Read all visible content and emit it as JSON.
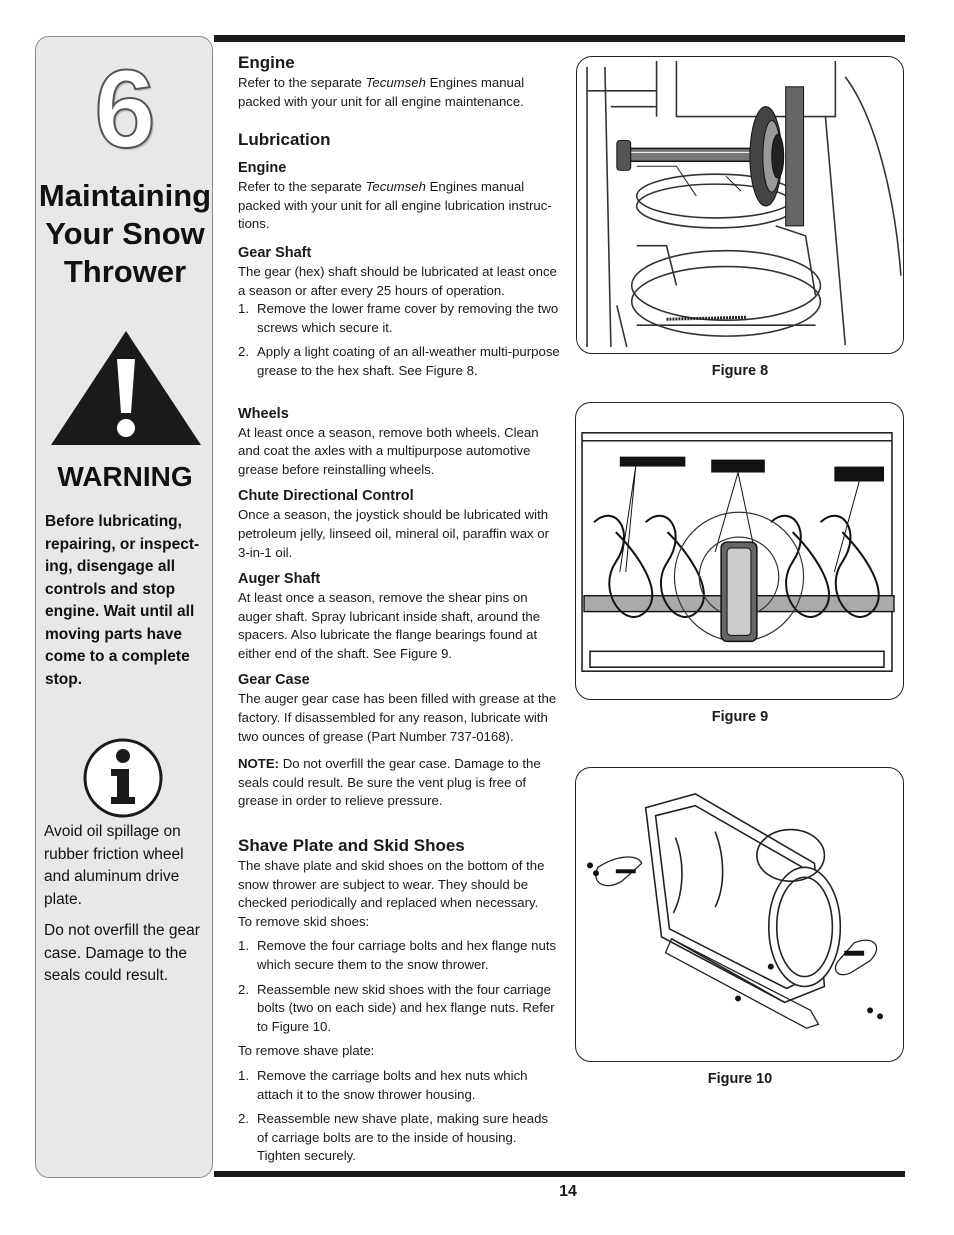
{
  "sidebar": {
    "chapter_number": "6",
    "chapter_title": "Maintaining Your Snow Thrower",
    "warning_label": "WARNING",
    "warning_text": "Before lubricating, repairing, or inspect-ing, disengage all controls and stop engine. Wait until all moving parts have come to a complete stop.",
    "info_text_1": "Avoid oil spillage on rubber friction wheel and aluminum drive plate.",
    "info_text_2": "Do not overfill the gear case. Damage to the seals could result.",
    "icons": [
      "warning-triangle-icon",
      "info-icon"
    ]
  },
  "content": {
    "engine_heading": "Engine",
    "engine_text_pre": "Refer to the separate ",
    "engine_brand": "Tecumseh",
    "engine_text_post": " Engines manual packed with your unit for all engine maintenance.",
    "lubrication_heading": "Lubrication",
    "lub_engine_heading": "Engine",
    "lub_engine_text_pre": "Refer to the separate ",
    "lub_engine_brand": "Tecumseh",
    "lub_engine_text_post": " Engines manual packed with your unit for all engine lubrication instruc-tions.",
    "gear_shaft_heading": "Gear Shaft",
    "gear_shaft_text": "The gear (hex) shaft should be lubricated at least once a season or after every 25 hours of operation.",
    "gear_shaft_steps": [
      {
        "num": "1.",
        "text": "Remove the lower frame cover by removing the two screws which secure it."
      },
      {
        "num": "2.",
        "text": "Apply a light coating of an all-weather multi-purpose grease to the hex shaft. See Figure 8."
      }
    ],
    "wheels_heading": "Wheels",
    "wheels_text": "At least once a season, remove both wheels. Clean and coat the axles with a multipurpose automotive grease before reinstalling wheels.",
    "chute_heading": "Chute Directional Control",
    "chute_text": "Once a season, the joystick should be lubricated with petroleum jelly, linseed oil, mineral oil, paraffin wax or 3-in-1 oil.",
    "auger_heading": "Auger Shaft",
    "auger_text": "At least once a season, remove the shear pins on auger shaft. Spray lubricant inside shaft, around the spacers. Also lubricate the flange bearings found at either end of the shaft. See Figure 9.",
    "gearcase_heading": "Gear Case",
    "gearcase_text": "The auger gear case has been filled with grease at the factory. If disassembled for any reason, lubricate with two ounces of grease (Part Number 737-0168).",
    "note_label": "NOTE:",
    "note_text": " Do not overfill the gear case. Damage to the seals could result. Be sure the vent plug is free of grease in order to relieve pressure.",
    "shave_heading": "Shave Plate and Skid Shoes",
    "shave_text": "The shave plate and skid shoes on the bottom of the snow thrower are subject to wear. They should be checked periodically and replaced when necessary.",
    "skid_intro": "To remove skid shoes:",
    "skid_steps": [
      {
        "num": "1.",
        "text": "Remove the four carriage bolts and hex flange nuts which secure them to the snow thrower."
      },
      {
        "num": "2.",
        "text": "Reassemble new skid shoes with the four carriage bolts (two on each side) and hex flange nuts. Refer to Figure 10."
      }
    ],
    "plate_intro": "To remove shave plate:",
    "plate_steps": [
      {
        "num": "1.",
        "text": "Remove the carriage bolts and hex nuts which attach it to the snow thrower housing."
      },
      {
        "num": "2.",
        "text": "Reassemble new shave plate, making sure heads of carriage bolts are to the inside of housing. Tighten securely."
      }
    ]
  },
  "figures": {
    "fig8_caption": "Figure 8",
    "fig9_caption": "Figure 9",
    "fig10_caption": "Figure 10"
  },
  "footer": {
    "page_number": "14"
  }
}
